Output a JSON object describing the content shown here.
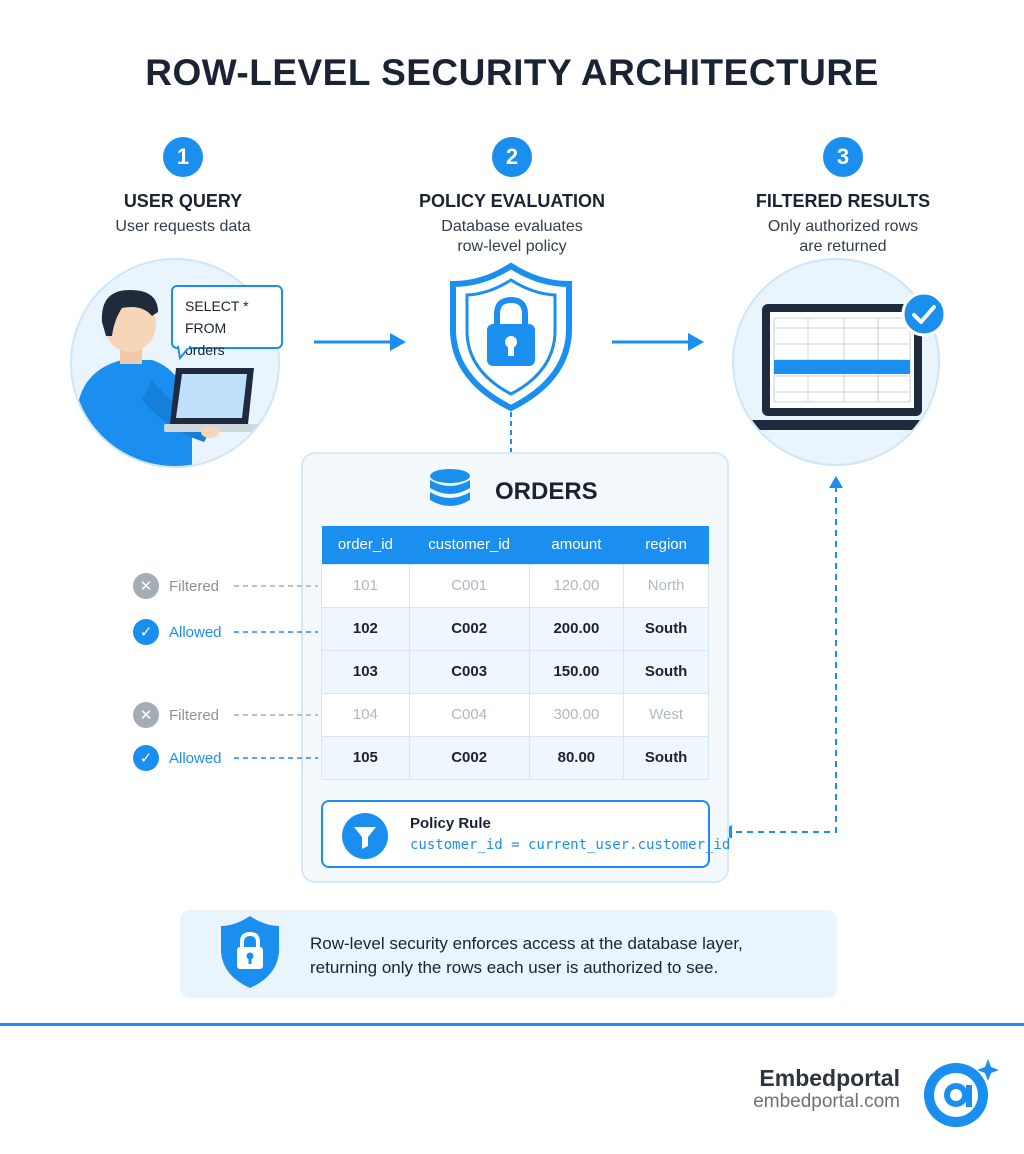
{
  "title": "ROW-LEVEL SECURITY ARCHITECTURE",
  "steps": [
    {
      "number": "1",
      "title": "USER QUERY",
      "desc_lines": [
        "User requests data"
      ]
    },
    {
      "number": "2",
      "title": "POLICY EVALUATION",
      "desc_lines": [
        "Database evaluates",
        "row-level policy"
      ]
    },
    {
      "number": "3",
      "title": "FILTERED RESULTS",
      "desc_lines": [
        "Only authorized rows",
        "are returned"
      ]
    }
  ],
  "query_bubble": {
    "line1": "SELECT *",
    "line2": "FROM orders"
  },
  "orders": {
    "title": "ORDERS",
    "columns": [
      "order_id",
      "customer_id",
      "amount",
      "region"
    ],
    "rows": [
      {
        "status": "Filtered",
        "order_id": "101",
        "customer_id": "C001",
        "amount": "120.00",
        "region": "North"
      },
      {
        "status": "Allowed",
        "order_id": "102",
        "customer_id": "C002",
        "amount": "200.00",
        "region": "South"
      },
      {
        "status": "",
        "order_id": "103",
        "customer_id": "C003",
        "amount": "150.00",
        "region": "South"
      },
      {
        "status": "Filtered",
        "order_id": "104",
        "customer_id": "C004",
        "amount": "300.00",
        "region": "West"
      },
      {
        "status": "Allowed",
        "order_id": "105",
        "customer_id": "C002",
        "amount": "80.00",
        "region": "South"
      }
    ]
  },
  "policy": {
    "title": "Policy Rule",
    "rule": "customer_id = current_user.customer_id"
  },
  "note": {
    "line1": "Row-level security enforces access at the database layer,",
    "line2": "returning only the rows each user is authorized to see."
  },
  "brand": {
    "name": "Embedportal",
    "url": "embedportal.com"
  },
  "colors": {
    "accent": "#1a8ff0",
    "dark": "#1a2233",
    "muted": "#a4acb6",
    "panel": "#eaf4fd"
  }
}
